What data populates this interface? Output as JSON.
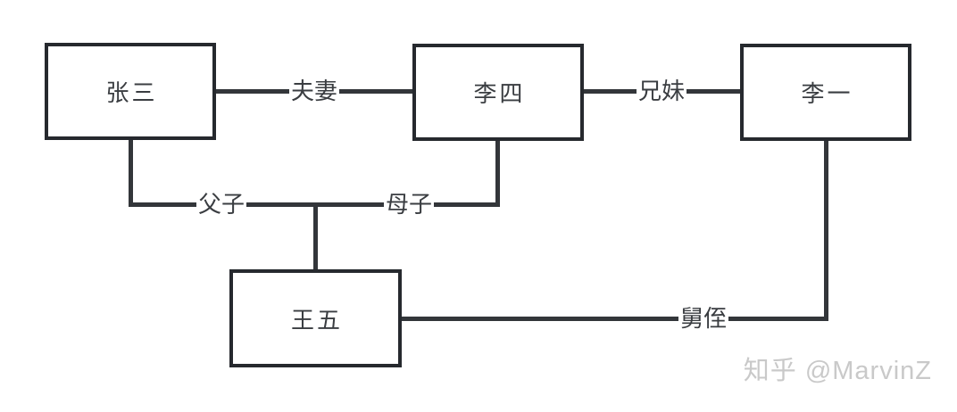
{
  "diagram": {
    "title": "family-relationship-graph",
    "nodes": [
      {
        "id": "zhangsan",
        "label": "张三"
      },
      {
        "id": "lisi",
        "label": "李四"
      },
      {
        "id": "liyi",
        "label": "李一"
      },
      {
        "id": "wangwu",
        "label": "王五"
      }
    ],
    "edges": [
      {
        "from": "张三",
        "to": "李四",
        "label": "夫妻"
      },
      {
        "from": "李四",
        "to": "李一",
        "label": "兄妹"
      },
      {
        "from": "张三",
        "to": "王五",
        "label": "父子"
      },
      {
        "from": "李四",
        "to": "王五",
        "label": "母子"
      },
      {
        "from": "李一",
        "to": "王五",
        "label": "舅侄"
      }
    ],
    "colors": {
      "node_border": "#26292e",
      "line": "#33363a",
      "text": "#3a3d41",
      "background": "#ffffff",
      "watermark": "#c9c9c9"
    }
  },
  "watermark": {
    "text": "知乎 @MarvinZ"
  }
}
